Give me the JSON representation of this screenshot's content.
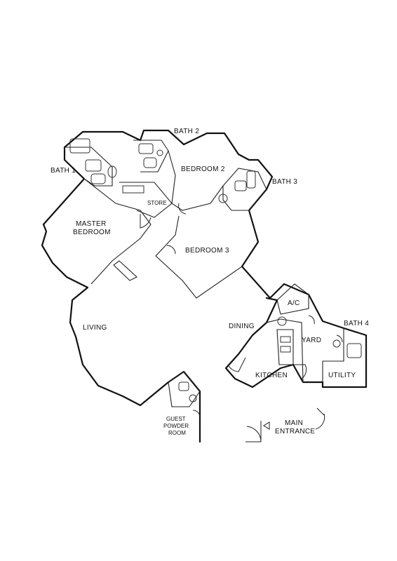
{
  "rooms": {
    "bath1": "BATH 1",
    "bath2": "BATH 2",
    "bath3": "BATH 3",
    "bath4": "BATH 4",
    "bedroom2": "BEDROOM 2",
    "bedroom3": "BEDROOM 3",
    "store": "STORE",
    "master_line1": "MASTER",
    "master_line2": "BEDROOM",
    "living": "LIVING",
    "dining": "DINING",
    "ac": "A/C",
    "yard": "YARD",
    "kitchen": "KITCHEN",
    "utility": "UTILITY",
    "guest_line1": "GUEST",
    "guest_line2": "POWDER",
    "guest_line3": "ROOM",
    "entrance_line1": "MAIN",
    "entrance_line2": "ENTRANCE"
  }
}
